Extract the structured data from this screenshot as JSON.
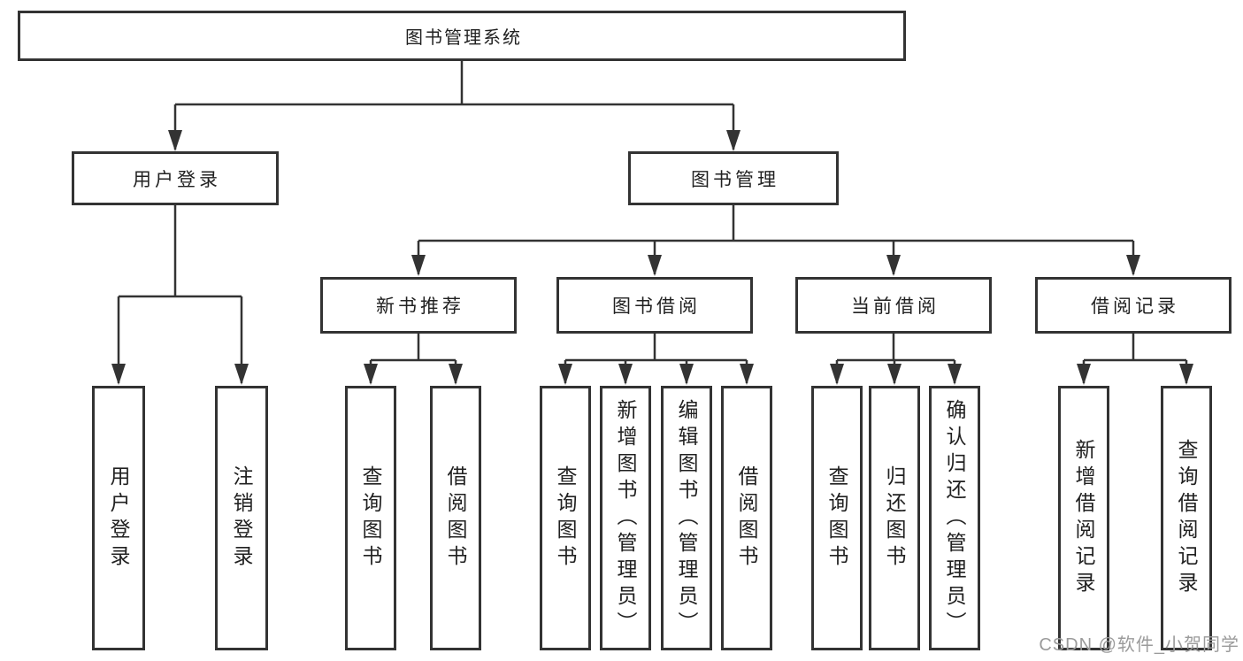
{
  "diagram": {
    "title": "图书管理系统",
    "branches": [
      {
        "label": "用户登录",
        "children": [
          {
            "label": "用户登录"
          },
          {
            "label": "注销登录"
          }
        ]
      },
      {
        "label": "图书管理",
        "children": [
          {
            "label": "新书推荐",
            "children": [
              {
                "label": "查询图书"
              },
              {
                "label": "借阅图书"
              }
            ]
          },
          {
            "label": "图书借阅",
            "children": [
              {
                "label": "查询图书"
              },
              {
                "label": "新增图书（管理员）"
              },
              {
                "label": "编辑图书（管理员）"
              },
              {
                "label": "借阅图书"
              }
            ]
          },
          {
            "label": "当前借阅",
            "children": [
              {
                "label": "查询图书"
              },
              {
                "label": "归还图书"
              },
              {
                "label": "确认归还（管理员）"
              }
            ]
          },
          {
            "label": "借阅记录",
            "children": [
              {
                "label": "新增借阅记录"
              },
              {
                "label": "查询借阅记录"
              }
            ]
          }
        ]
      }
    ]
  },
  "watermark": {
    "text": "CSDN @软件_小贺同学"
  },
  "colors": {
    "line": "#333333",
    "box_border": "#333333",
    "text": "#212121",
    "watermark": "#9b9b9b",
    "background": "#ffffff"
  }
}
